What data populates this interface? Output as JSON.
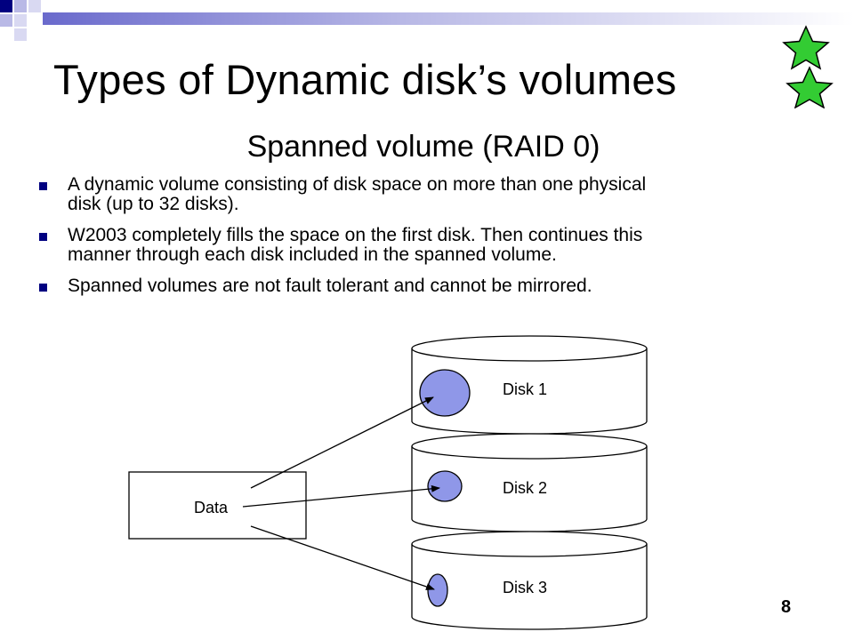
{
  "slide": {
    "title": "Types of Dynamic disk’s volumes",
    "subtitle": "Spanned volume (RAID 0)",
    "bullets": [
      {
        "line1": "A dynamic volume consisting of disk space on more than one physical",
        "line2": "disk (up to 32 disks)."
      },
      {
        "line1": "W2003 completely fills the space on the first disk. Then continues this",
        "line2": "manner through each disk included in the spanned volume."
      },
      {
        "line1": "Spanned volumes are not fault tolerant and cannot be mirrored.",
        "line2": ""
      }
    ],
    "slide_number": "8"
  },
  "diagram": {
    "source_label": "Data",
    "disks": [
      "Disk 1",
      "Disk 2",
      "Disk 3"
    ],
    "colors": {
      "accent_blue": "#000080",
      "header_blue": "#6666cc",
      "fill_circle": "#8f97e8",
      "star_green": "#33cc33"
    }
  }
}
